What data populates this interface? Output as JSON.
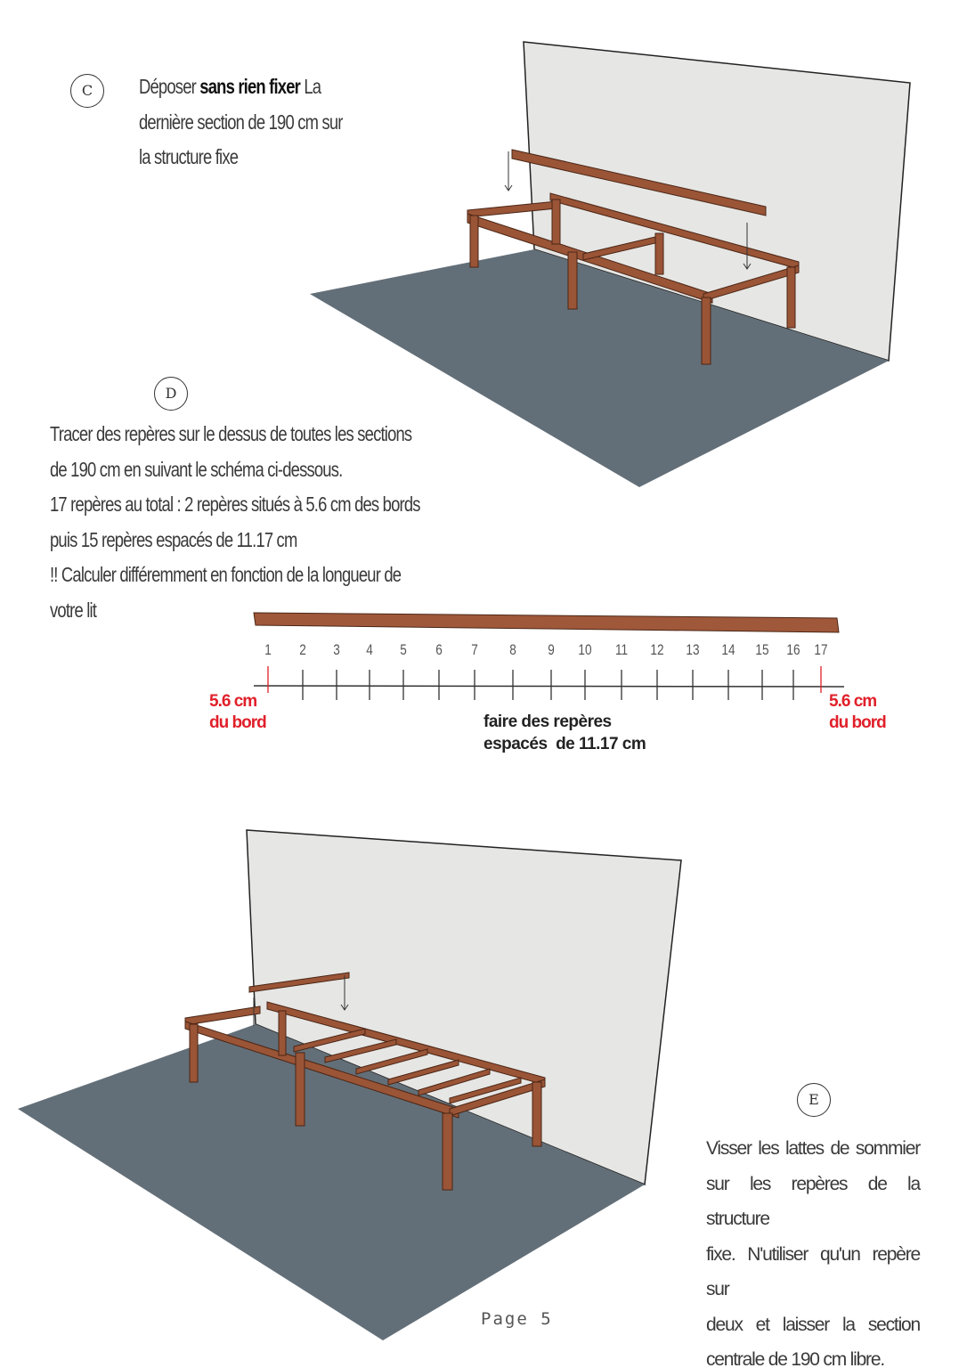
{
  "step_c": {
    "marker": "C",
    "line1_prefix": "Déposer ",
    "line1_bold": "sans rien fixer",
    "line1_suffix": " La",
    "line2": "dernière section de 190 cm sur",
    "line3": "la structure fixe"
  },
  "step_d": {
    "marker": "D",
    "lines": [
      "Tracer des repères sur le dessus de toutes les sections",
      "de 190 cm en suivant le schéma ci-dessous.",
      "17 repères au total : 2 repères situés à 5.6 cm des bords",
      "puis 15 repères espacés de 11.17 cm",
      "!! Calculer différemment en fonction de la longueur de",
      "votre lit"
    ]
  },
  "diagram": {
    "tick_labels": [
      "1",
      "2",
      "3",
      "4",
      "5",
      "6",
      "7",
      "8",
      "9",
      "10",
      "11",
      "12",
      "13",
      "14",
      "15",
      "16",
      "17"
    ],
    "left_edge_label": [
      "5.6 cm",
      "du bord"
    ],
    "right_edge_label": [
      "5.6 cm",
      "du bord"
    ],
    "center_label": [
      "faire des repères",
      "espacés  de 11.17 cm"
    ],
    "edge_color": "#e0202a",
    "wood_color": "#a0583a"
  },
  "step_e": {
    "marker": "E",
    "lines": [
      "Visser les lattes de sommier",
      "sur les repères de la structure",
      "fixe. N'utiliser qu'un repère sur",
      "deux et laisser la section",
      "centrale de 190 cm libre."
    ]
  },
  "footer": {
    "page": "Page 5"
  }
}
